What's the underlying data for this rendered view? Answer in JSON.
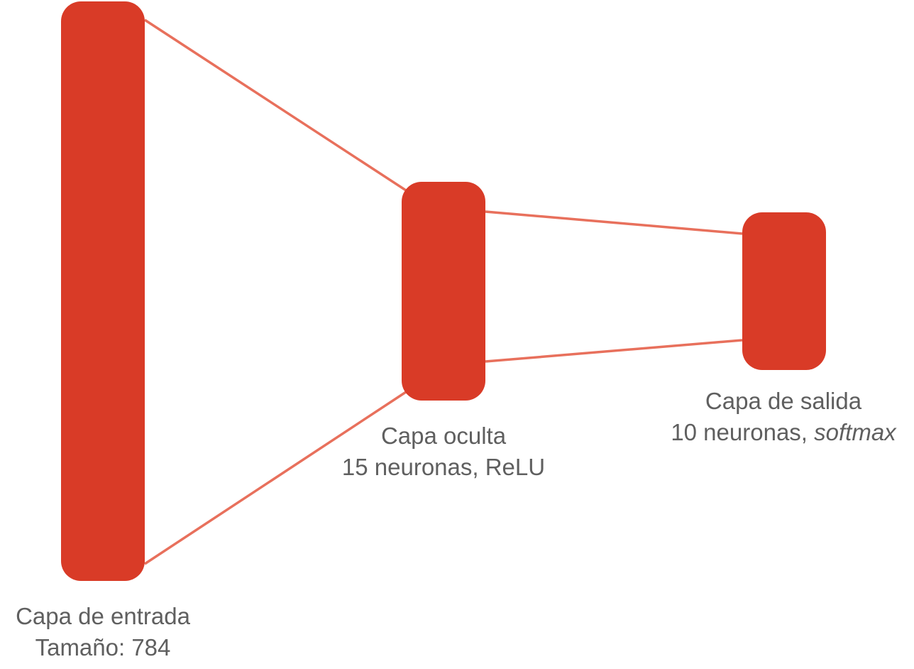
{
  "colors": {
    "layer_fill": "#d93b27",
    "connector": "#e8705c",
    "text": "#5f5f5f"
  },
  "layers": {
    "input": {
      "title": "Capa de entrada",
      "detail": "Tamaño: 784"
    },
    "hidden": {
      "title": "Capa oculta",
      "detail": "15 neuronas, ReLU"
    },
    "output": {
      "title": "Capa de salida",
      "detail_prefix": "10 neuronas, ",
      "detail_activation": "softmax"
    }
  }
}
